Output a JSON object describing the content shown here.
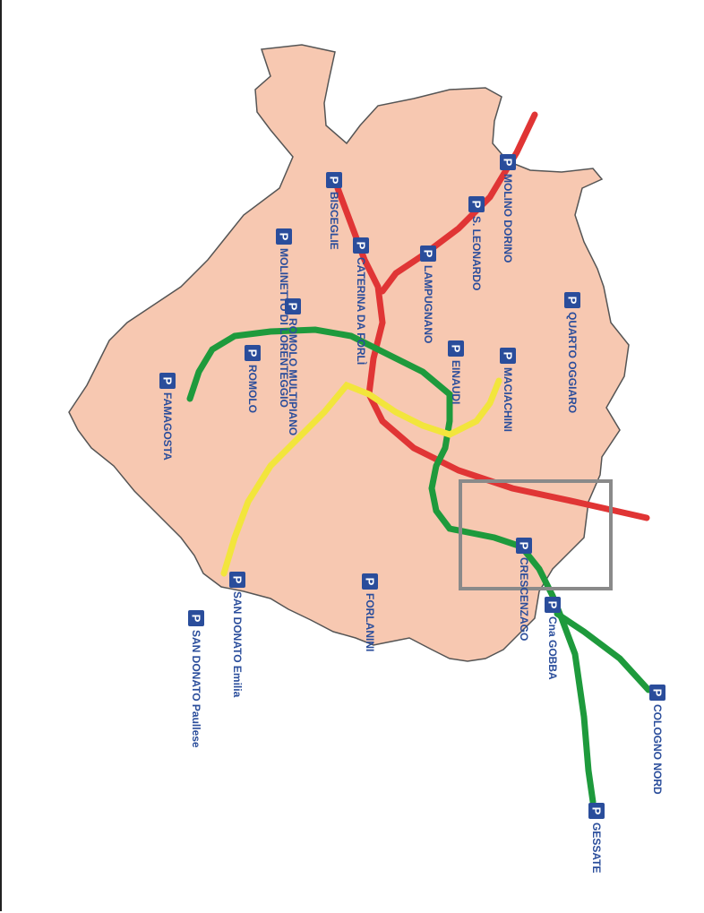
{
  "map": {
    "colors": {
      "city_fill": "#f7c8b1",
      "city_stroke": "#555555",
      "red_line": "#e03535",
      "green_line": "#1e9a3c",
      "yellow_line": "#f2e53c",
      "parking_icon": "#2a4d9b",
      "label_text": "#2a4d9b",
      "highlight_box": "#8a8a8a"
    },
    "parking_icon_text": "P",
    "stations": [
      {
        "id": "molino-dorino",
        "label": "MOLINO DORINO"
      },
      {
        "id": "bisceglie",
        "label": "BISCEGLIE"
      },
      {
        "id": "s-leonardo",
        "label": "S. LEONARDO"
      },
      {
        "id": "molinetto",
        "label": "MOLINETTO DI LORENTEGGIO"
      },
      {
        "id": "caterina-da-forli",
        "label": "CATERINA DA FORLÌ"
      },
      {
        "id": "lampugnano",
        "label": "LAMPUGNANO"
      },
      {
        "id": "quarto-oggiaro",
        "label": "QUARTO OGGIARO"
      },
      {
        "id": "romolo-multipiano",
        "label": "ROMOLO MULTIPIANO"
      },
      {
        "id": "romolo",
        "label": "ROMOLO"
      },
      {
        "id": "einaudi",
        "label": "EINAUDI"
      },
      {
        "id": "maciachini",
        "label": "MACIACHINI"
      },
      {
        "id": "famagosta",
        "label": "FAMAGOSTA"
      },
      {
        "id": "crescenzago",
        "label": "CRESCENZAGO"
      },
      {
        "id": "san-donato-emilia",
        "label": "SAN DONATO Emilia"
      },
      {
        "id": "forlanini",
        "label": "FORLANINI"
      },
      {
        "id": "cascina-gobba",
        "label": "Cna GOBBA"
      },
      {
        "id": "san-donato-paullese",
        "label": "SAN DONATO Paullese"
      },
      {
        "id": "cologno-nord",
        "label": "COLOGNO NORD"
      },
      {
        "id": "gessate",
        "label": "GESSATE"
      }
    ]
  }
}
